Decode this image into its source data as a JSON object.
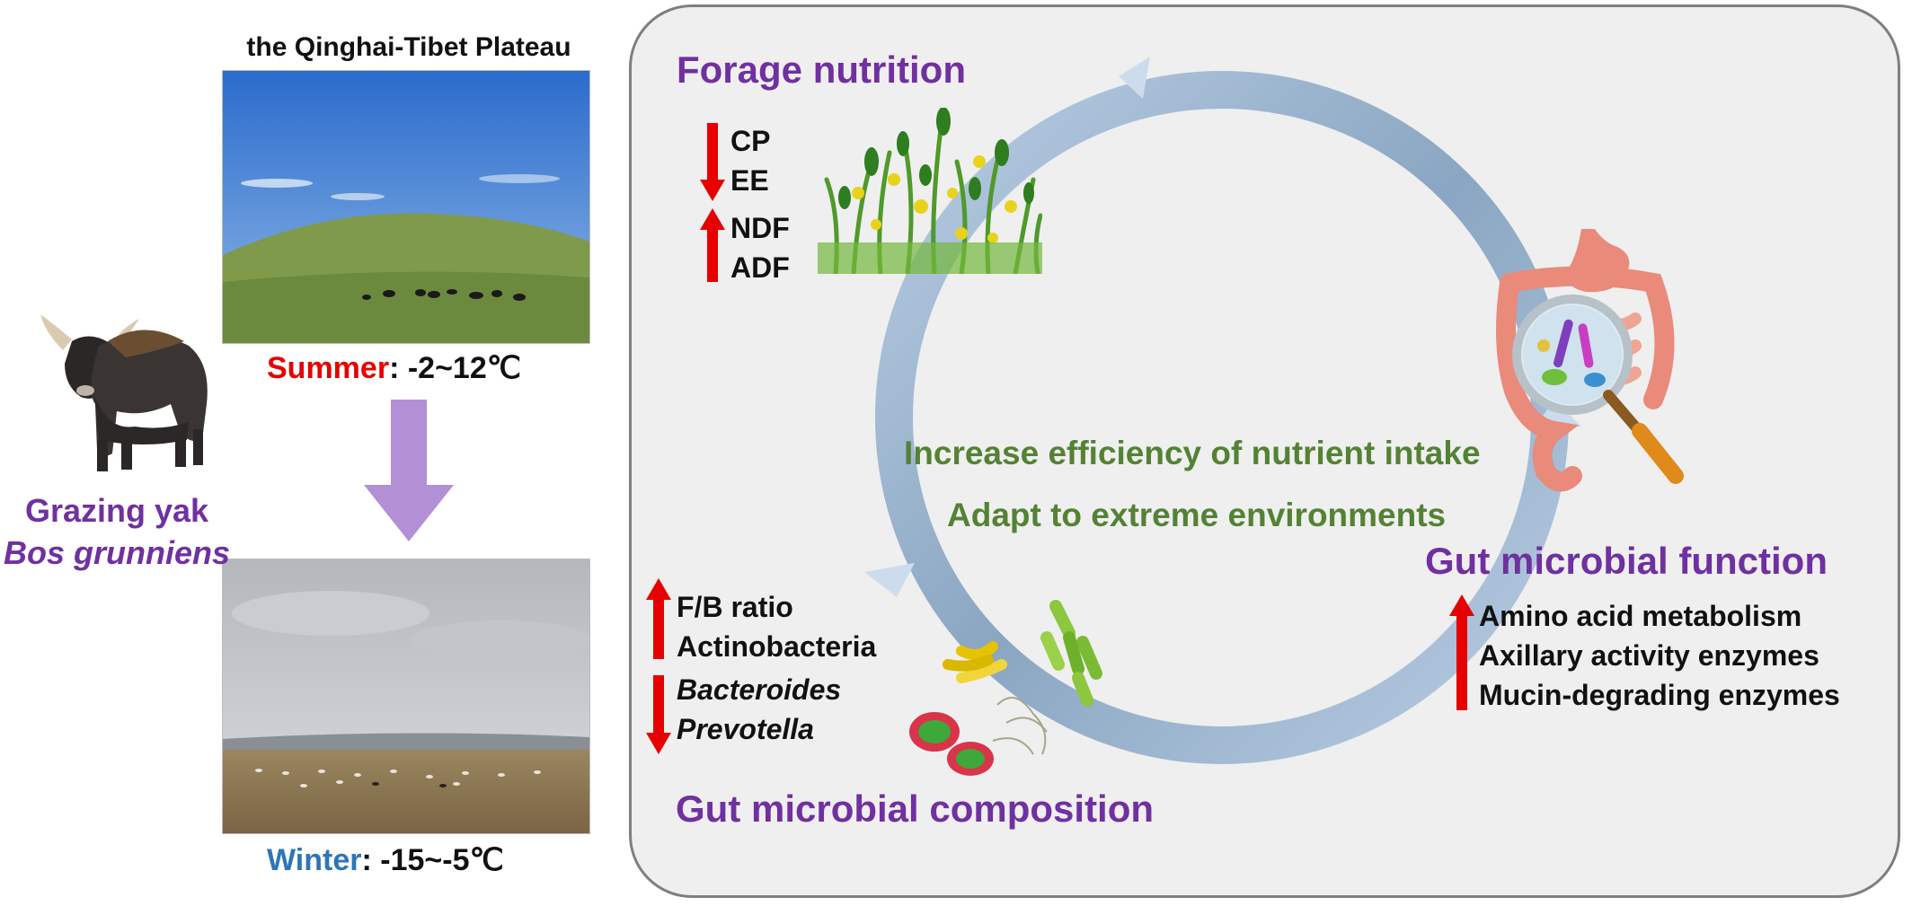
{
  "left": {
    "plateau_title": "the Qinghai-Tibet Plateau",
    "summer": {
      "label": "Summer",
      "range": ": -2~12℃",
      "label_color": "#e60000"
    },
    "winter": {
      "label": "Winter",
      "range": ": -15~-5℃",
      "label_color": "#2e75b6"
    },
    "yak": {
      "common_name": "Grazing yak",
      "scientific_name": "Bos grunniens"
    },
    "season_arrow_color": "#b38fd6"
  },
  "panel": {
    "forage": {
      "heading": "Forage nutrition",
      "decrease": [
        "CP",
        "EE"
      ],
      "increase": [
        "NDF",
        "ADF"
      ]
    },
    "composition": {
      "heading": "Gut microbial composition",
      "increase": [
        "F/B ratio",
        "Actinobacteria"
      ],
      "decrease": [
        "Bacteroides",
        "Prevotella"
      ]
    },
    "function": {
      "heading": "Gut microbial function",
      "increase": [
        "Amino acid metabolism",
        "Axillary activity enzymes",
        "Mucin-degrading enzymes"
      ]
    },
    "center": {
      "line1": "Increase efficiency of nutrient intake",
      "line2": "Adapt to extreme environments"
    }
  },
  "colors": {
    "heading": "#7030a0",
    "arrow_red": "#e60000",
    "center_text": "#548235",
    "cycle": "#a8bed6"
  }
}
